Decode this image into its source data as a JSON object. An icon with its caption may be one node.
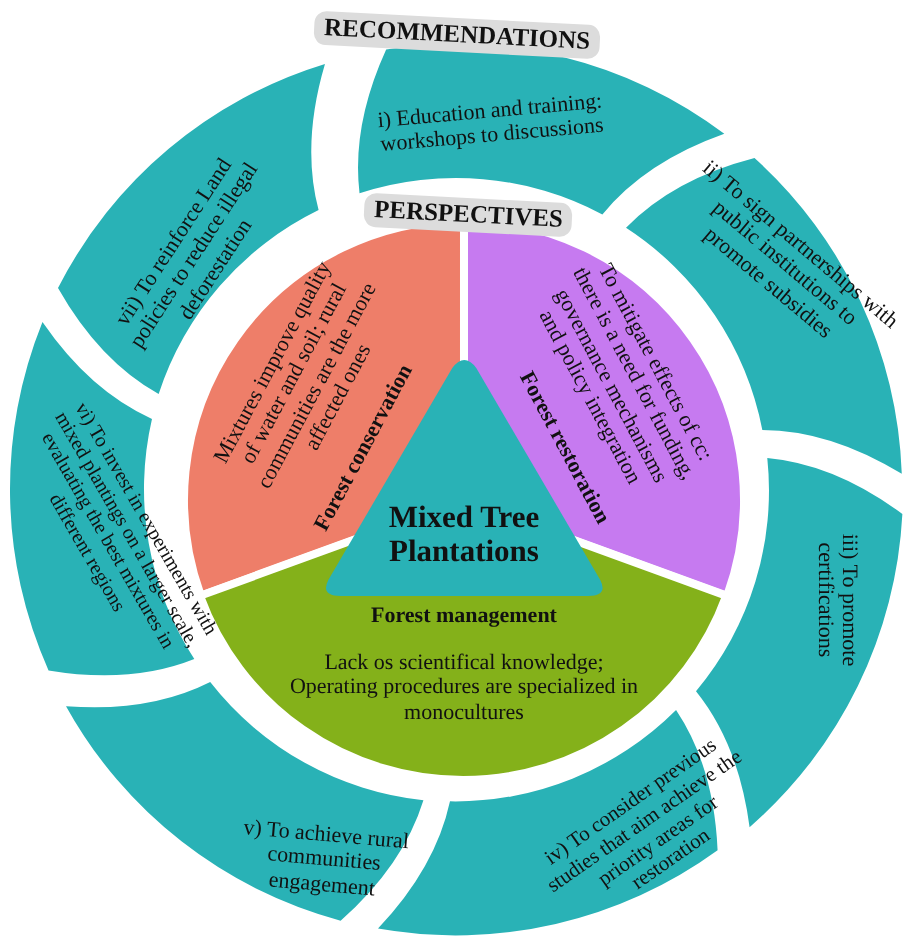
{
  "diagram": {
    "nodes": [
      {
        "text": [
          "Mixed Tree Plantations"
        ]
      },
      {
        "text": [
          "Forest conservation",
          "Mixtures improve quality of water and soil; rural communities are the more affected ones"
        ]
      },
      {
        "text": [
          "Forest restoration",
          "To mitigate effects of cc: there is a need for funding, governance mechanisms and policy integration"
        ]
      },
      {
        "text": [
          "Forest management",
          "Lack os scientifical knowledge; Operating procedures are specialized in monocultures"
        ]
      },
      {
        "text": [
          "i) Education and training: workshops to discussions"
        ]
      },
      {
        "text": [
          "ii) To sign partnerships with public institutions to promote subsidies"
        ]
      },
      {
        "text": [
          "iii) To promote certifications"
        ]
      },
      {
        "text": [
          "iv) To consider previous studies that aim achieve the priority areas for restoration"
        ]
      },
      {
        "text": [
          "v) To achieve rural communities engagement"
        ]
      },
      {
        "text": [
          "vi) To invest in experiments with mixed plantings on a larger scale, evaluating the best mixtures in different regions"
        ]
      },
      {
        "text": [
          "vii) To reinforce Land policies to reduce illegal deforestation"
        ]
      }
    ],
    "labels": [
      "RECOMMENDATIONS",
      "PERSPECTIVES"
    ]
  }
}
